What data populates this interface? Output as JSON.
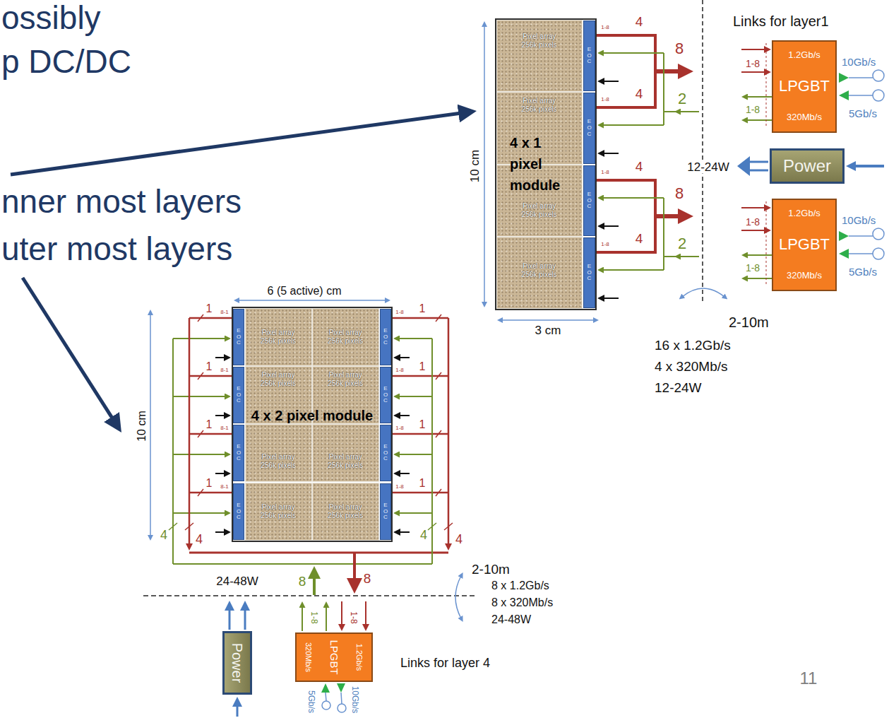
{
  "diagram": {
    "nodes": [
      {
        "text": [
          "4 x 1 pixel module"
        ]
      },
      {
        "text": [
          "Pixel array 256k pixels"
        ],
        "in": 0
      },
      {
        "text": [
          "Pixel array 256k pixels"
        ],
        "in": 0
      },
      {
        "text": [
          "Pixel array 256k pixels"
        ],
        "in": 0
      },
      {
        "text": [
          "Pixel array 256k pixels"
        ],
        "in": 0
      },
      {
        "text": [
          "EOC"
        ],
        "in": 0
      },
      {
        "text": [
          "EOC"
        ],
        "in": 0
      },
      {
        "text": [
          "EOC"
        ],
        "in": 0
      },
      {
        "text": [
          "EOC"
        ],
        "in": 0
      },
      {
        "text": [
          "1.2Gb/s",
          "LPGBT",
          "320Mb/s"
        ]
      },
      {
        "text": [
          "Power"
        ]
      },
      {
        "text": [
          "1.2Gb/s",
          "LPGBT",
          "320Mb/s"
        ]
      },
      {
        "text": [
          "4 x 2 pixel module"
        ]
      },
      {
        "text": [
          "Pixel array 256k pixels"
        ],
        "in": 12
      },
      {
        "text": [
          "Pixel array 256k pixels"
        ],
        "in": 12
      },
      {
        "text": [
          "Pixel array 256k pixels"
        ],
        "in": 12
      },
      {
        "text": [
          "Pixel array 256k pixels"
        ],
        "in": 12
      },
      {
        "text": [
          "Pixel array 256k pixels"
        ],
        "in": 12
      },
      {
        "text": [
          "Pixel array 256k pixels"
        ],
        "in": 12
      },
      {
        "text": [
          "Pixel array 256k pixels"
        ],
        "in": 12
      },
      {
        "text": [
          "Pixel array 256k pixels"
        ],
        "in": 12
      },
      {
        "text": [
          "EOC"
        ],
        "in": 12
      },
      {
        "text": [
          "EOC"
        ],
        "in": 12
      },
      {
        "text": [
          "EOC"
        ],
        "in": 12
      },
      {
        "text": [
          "EOC"
        ],
        "in": 12
      },
      {
        "text": [
          "EOC"
        ],
        "in": 12
      },
      {
        "text": [
          "EOC"
        ],
        "in": 12
      },
      {
        "text": [
          "EOC"
        ],
        "in": 12
      },
      {
        "text": [
          "EOC"
        ],
        "in": 12
      },
      {
        "text": [
          "Power"
        ]
      },
      {
        "text": [
          "1.2Gb/s",
          "LPGBT",
          "320Mb/s"
        ]
      }
    ],
    "labels": [
      "ossibly",
      "p DC/DC",
      "nner most layers",
      "uter most layers",
      "10 cm",
      "3 cm",
      "1-8",
      "1-8",
      "1-8",
      "1-8",
      "4",
      "8",
      "4",
      "2",
      "4",
      "8",
      "4",
      "2",
      "Links for layer1",
      "1-8",
      "1-8",
      "10Gb/s",
      "5Gb/s",
      "12-24W",
      "1-8",
      "1-8",
      "10Gb/s",
      "5Gb/s",
      "2-10m",
      "16 x 1.2Gb/s",
      "4 x 320Mb/s",
      "12-24W",
      "6 (5 active) cm",
      "10 cm",
      "1",
      "1",
      "1",
      "1",
      "1",
      "1",
      "1",
      "1",
      "8-1",
      "1-8",
      "8-1",
      "1-8",
      "8-1",
      "1-8",
      "8-1",
      "1-8",
      "4",
      "4",
      "4",
      "4",
      "24-48W",
      "8",
      "8",
      "2-10m",
      "8 x 1.2Gb/s",
      "8 x 320Mb/s",
      "24-48W",
      "1-8",
      "1-8",
      "5Gb/s",
      "10Gb/s",
      "Links for layer 4",
      "11"
    ]
  }
}
